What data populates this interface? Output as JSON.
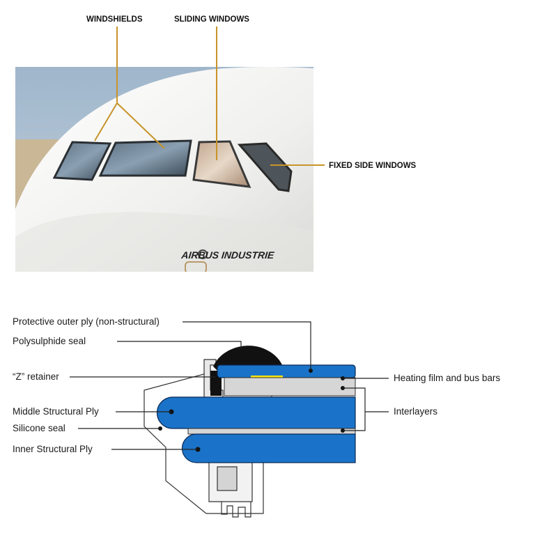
{
  "photo": {
    "callouts": {
      "windshields": "WINDSHIELDS",
      "sliding_windows": "SLIDING WINDOWS",
      "fixed_side_windows": "FIXED SIDE WINDOWS"
    },
    "brand": "AIRBUS INDUSTRIE",
    "colors": {
      "sky": "#a9bfd2",
      "tarmac": "#c9b796",
      "fuselage": "#f2f2f0",
      "leader": "#c8942a"
    }
  },
  "section": {
    "labels": {
      "protective_outer_ply": "Protective outer ply (non-structural)",
      "polysulphide_seal": "Polysulphide seal",
      "z_retainer": "“Z” retainer",
      "middle_structural_ply": "Middle Structural Ply",
      "silicone_seal": "Silicone seal",
      "inner_structural_ply": "Inner Structural Ply",
      "heating_film": "Heating film and bus bars",
      "interlayers": "Interlayers"
    },
    "colors": {
      "ply": "#1a73c8",
      "ply_edge": "#0c2a55",
      "interlayer": "#d6d6d6",
      "heating_film": "#ffe600",
      "seal": "#111111"
    }
  }
}
